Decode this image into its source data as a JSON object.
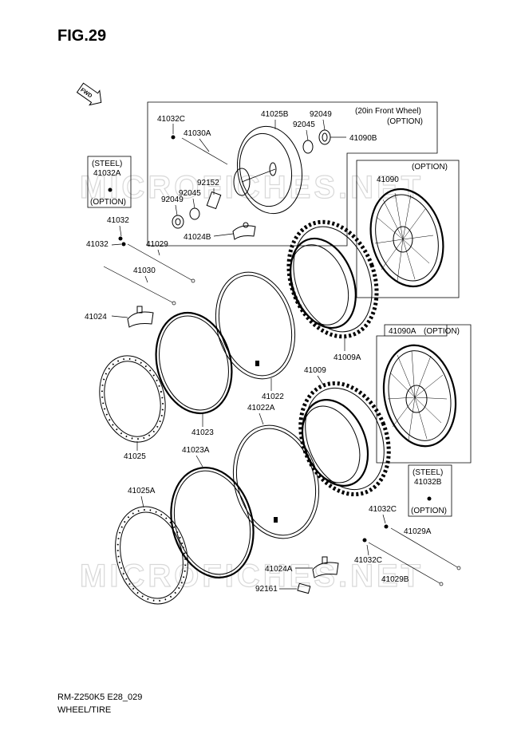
{
  "figure_title": "FIG.29",
  "fwd_label": "FWD",
  "footer": {
    "model_code": "RM-Z250K5 E28_029",
    "section": "WHEEL/TIRE"
  },
  "watermark": "MICROFICHES.NET",
  "boxes": {
    "front_20in": {
      "line1": "(20in Front Wheel)",
      "line2": "(OPTION)"
    },
    "steel_41032a": {
      "line1": "(STEEL)",
      "line2": "41032A",
      "line3": "(OPTION)"
    },
    "option_41090": "(OPTION)",
    "option_41090a": "(OPTION)",
    "steel_41032b": {
      "line1": "(STEEL)",
      "line2": "41032B",
      "line3": "(OPTION)"
    }
  },
  "labels": {
    "p41032C_a": "41032C",
    "p41025B": "41025B",
    "p92049_a": "92049",
    "p92045_a": "92045",
    "p41090B": "41090B",
    "p41030A": "41030A",
    "p92152": "92152",
    "p92045_b": "92045",
    "p92049_b": "92049",
    "p41024B": "41024B",
    "p41090": "41090",
    "p41032_a": "41032",
    "p41032_b": "41032",
    "p41029": "41029",
    "p41030": "41030",
    "p41024": "41024",
    "p41009A": "41009A",
    "p41090A": "41090A",
    "p41009": "41009",
    "p41022": "41022",
    "p41022A": "41022A",
    "p41023": "41023",
    "p41025": "41025",
    "p41023A": "41023A",
    "p41025A": "41025A",
    "p41032C_b": "41032C",
    "p41029A": "41029A",
    "p41032C_c": "41032C",
    "p41029B": "41029B",
    "p41024A": "41024A",
    "p92161": "92161"
  }
}
